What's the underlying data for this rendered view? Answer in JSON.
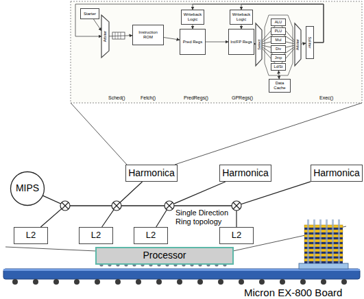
{
  "diagram": {
    "nodes": [
      {
        "text": [
          "Starter"
        ]
      },
      {
        "text": [
          "Arbiter"
        ]
      },
      {
        "text": [
          "Instruction ROM"
        ]
      },
      {
        "text": [
          "Writeback Logic"
        ]
      },
      {
        "text": [
          "Pred Regs"
        ]
      },
      {
        "text": [
          "Writeback Logic"
        ]
      },
      {
        "text": [
          "Int/FP Regs"
        ]
      },
      {
        "text": [
          "Select"
        ]
      },
      {
        "text": [
          "ALU"
        ]
      },
      {
        "text": [
          "PLU"
        ]
      },
      {
        "text": [
          "Mul"
        ]
      },
      {
        "text": [
          "Div"
        ]
      },
      {
        "text": [
          "Jmp"
        ]
      },
      {
        "text": [
          "Ld/St"
        ]
      },
      {
        "text": [
          "Arbiter"
        ]
      },
      {
        "text": [
          "Splitter"
        ]
      },
      {
        "text": [
          "Data Cache"
        ]
      },
      {
        "text": [
          "MIPS"
        ]
      },
      {
        "text": [
          "Harmonica"
        ]
      },
      {
        "text": [
          "Harmonica"
        ]
      },
      {
        "text": [
          "Harmonica"
        ]
      },
      {
        "text": [
          "L2"
        ]
      },
      {
        "text": [
          "L2"
        ]
      },
      {
        "text": [
          "L2"
        ]
      },
      {
        "text": [
          "L2"
        ]
      },
      {
        "text": [
          "Processor"
        ]
      }
    ],
    "edges": [
      {
        "from": 0,
        "to": 1,
        "arrow": "to"
      },
      {
        "from": 1,
        "to": 2,
        "arrow": "to"
      },
      {
        "from": 2,
        "to": 4,
        "arrow": "to"
      },
      {
        "from": 3,
        "to": 4,
        "arrow": "to"
      },
      {
        "from": 4,
        "to": 6,
        "arrow": "to"
      },
      {
        "from": 5,
        "to": 6,
        "arrow": "to"
      },
      {
        "from": 6,
        "to": 7,
        "arrow": "to"
      },
      {
        "from": 7,
        "to": 8,
        "arrow": "none"
      },
      {
        "from": 7,
        "to": 9,
        "arrow": "none"
      },
      {
        "from": 7,
        "to": 10,
        "arrow": "none"
      },
      {
        "from": 7,
        "to": 11,
        "arrow": "none"
      },
      {
        "from": 7,
        "to": 12,
        "arrow": "none"
      },
      {
        "from": 7,
        "to": 13,
        "arrow": "none"
      },
      {
        "from": 8,
        "to": 14,
        "arrow": "none"
      },
      {
        "from": 9,
        "to": 14,
        "arrow": "none"
      },
      {
        "from": 10,
        "to": 14,
        "arrow": "none"
      },
      {
        "from": 11,
        "to": 14,
        "arrow": "none"
      },
      {
        "from": 12,
        "to": 14,
        "arrow": "none"
      },
      {
        "from": 13,
        "to": 14,
        "arrow": "none"
      },
      {
        "from": 14,
        "to": 15,
        "arrow": "to"
      },
      {
        "from": 13,
        "to": 16,
        "arrow": "both"
      },
      {
        "from": 15,
        "to": 3,
        "arrow": "to"
      },
      {
        "from": 15,
        "to": 5,
        "arrow": "to"
      },
      {
        "from": 15,
        "to": 1,
        "arrow": "to"
      },
      {
        "from": 17,
        "to": 21,
        "arrow": "none"
      },
      {
        "from": 18,
        "to": 22,
        "arrow": "none"
      },
      {
        "from": 19,
        "to": 23,
        "arrow": "none"
      },
      {
        "from": 20,
        "to": 24,
        "arrow": "none"
      }
    ],
    "labels": [
      "Sched()",
      "Fetch()",
      "PredRegs()",
      "GPRegs()",
      "Exec()",
      "Single Direction Ring topology",
      "Micron EX-800 Board"
    ]
  }
}
